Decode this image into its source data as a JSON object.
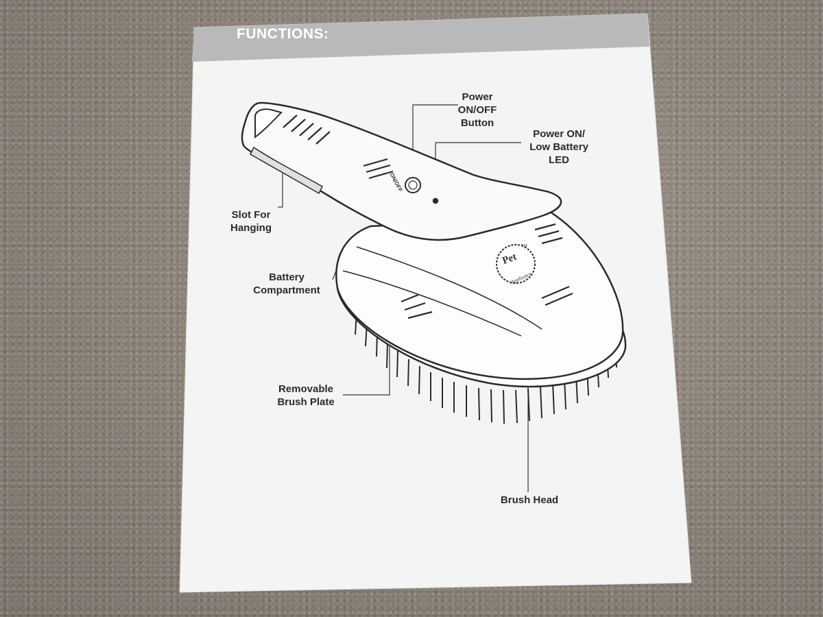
{
  "header": {
    "title": "FUNCTIONS:"
  },
  "device": {
    "button_text": "ON/OFF",
    "logo_main": "Pet",
    "logo_tm": "TM",
    "logo_sub": "Appliance"
  },
  "callouts": {
    "power_button": "Power\nON/OFF\nButton",
    "led": "Power ON/\nLow Battery\nLED",
    "slot": "Slot For\nHanging",
    "battery": "Battery\nCompartment",
    "brush_plate": "Removable\nBrush Plate",
    "brush_head": "Brush Head"
  }
}
